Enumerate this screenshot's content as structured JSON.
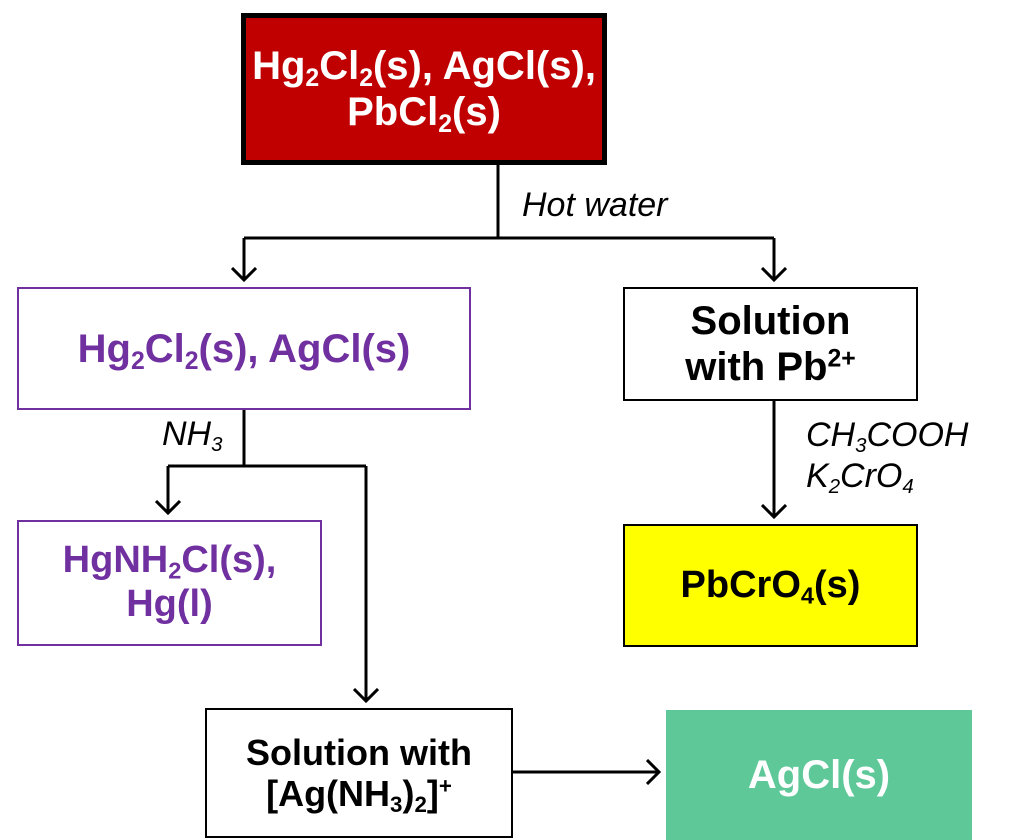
{
  "nodes": {
    "start": {
      "line1": [
        {
          "t": "Hg"
        },
        {
          "sub": "2"
        },
        {
          "t": "Cl"
        },
        {
          "sub": "2"
        },
        {
          "t": "(s), AgCl(s),"
        }
      ],
      "line2": [
        {
          "t": "PbCl"
        },
        {
          "sub": "2"
        },
        {
          "t": "(s)"
        }
      ]
    },
    "hg_ag": {
      "line1": [
        {
          "t": "Hg"
        },
        {
          "sub": "2"
        },
        {
          "t": "Cl"
        },
        {
          "sub": "2"
        },
        {
          "t": "(s), AgCl(s)"
        }
      ]
    },
    "pb_solution": {
      "line1": [
        {
          "t": "Solution"
        }
      ],
      "line2": [
        {
          "t": "with Pb"
        },
        {
          "sup": "2+"
        }
      ]
    },
    "hgnh2cl": {
      "line1": [
        {
          "t": "HgNH"
        },
        {
          "sub": "2"
        },
        {
          "t": "Cl(s),"
        }
      ],
      "line2": [
        {
          "t": "Hg(l)"
        }
      ]
    },
    "pbcro4": {
      "line1": [
        {
          "t": "PbCrO"
        },
        {
          "sub": "4"
        },
        {
          "t": "(s)"
        }
      ]
    },
    "ag_complex": {
      "line1": [
        {
          "t": "Solution with"
        }
      ],
      "line2": [
        {
          "t": "[Ag(NH"
        },
        {
          "sub": "3"
        },
        {
          "t": ")"
        },
        {
          "sub": "2"
        },
        {
          "t": "]"
        },
        {
          "sup": "+"
        }
      ]
    },
    "agcl": {
      "line1": [
        {
          "t": "AgCl(s)"
        }
      ]
    }
  },
  "reagents": {
    "hot_water": [
      {
        "t": "Hot water"
      }
    ],
    "nh3": [
      {
        "t": "NH"
      },
      {
        "sub": "3"
      }
    ],
    "acetic": [
      {
        "t": "CH"
      },
      {
        "sub": "3"
      },
      {
        "t": "COOH"
      }
    ],
    "chromate": [
      {
        "t": "K"
      },
      {
        "sub": "2"
      },
      {
        "t": "CrO"
      },
      {
        "sub": "4"
      }
    ]
  },
  "colors": {
    "start_fill": "#c00000",
    "purple_text": "#7030a0",
    "pbcro4_fill": "#ffff00",
    "agcl_fill": "#5ec898",
    "line": "#000000"
  }
}
